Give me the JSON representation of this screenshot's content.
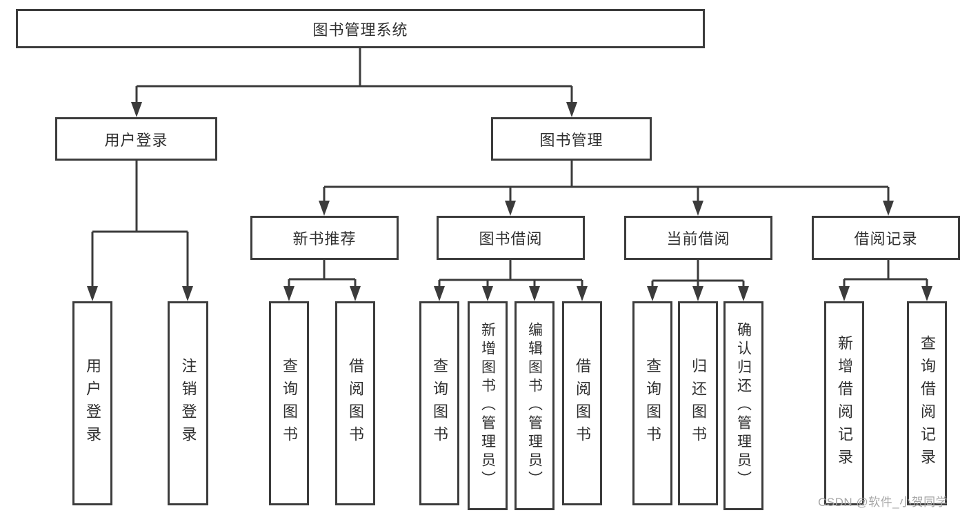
{
  "diagram": {
    "type": "tree",
    "background": "#ffffff",
    "line_color": "#3b3b3b",
    "text_color": "#2f2f2f",
    "root": {
      "label": "图书管理系统"
    },
    "user_login": {
      "label": "用户登录",
      "leaves": [
        {
          "label": "用户登录"
        },
        {
          "label": "注销登录"
        }
      ]
    },
    "book_mgmt": {
      "label": "图书管理",
      "children": [
        {
          "label": "新书推荐",
          "leaves": [
            {
              "label": "查询图书"
            },
            {
              "label": "借阅图书"
            }
          ]
        },
        {
          "label": "图书借阅",
          "leaves": [
            {
              "label": "查询图书"
            },
            {
              "label": "新增图书（管理员）"
            },
            {
              "label": "编辑图书（管理员）"
            },
            {
              "label": "借阅图书"
            }
          ]
        },
        {
          "label": "当前借阅",
          "leaves": [
            {
              "label": "查询图书"
            },
            {
              "label": "归还图书"
            },
            {
              "label": "确认归还（管理员）"
            }
          ]
        },
        {
          "label": "借阅记录",
          "leaves": [
            {
              "label": "新增借阅记录"
            },
            {
              "label": "查询借阅记录"
            }
          ]
        }
      ]
    }
  },
  "watermark": {
    "text": "CSDN @软件_小贺同学",
    "color": "#a6a6a6"
  }
}
